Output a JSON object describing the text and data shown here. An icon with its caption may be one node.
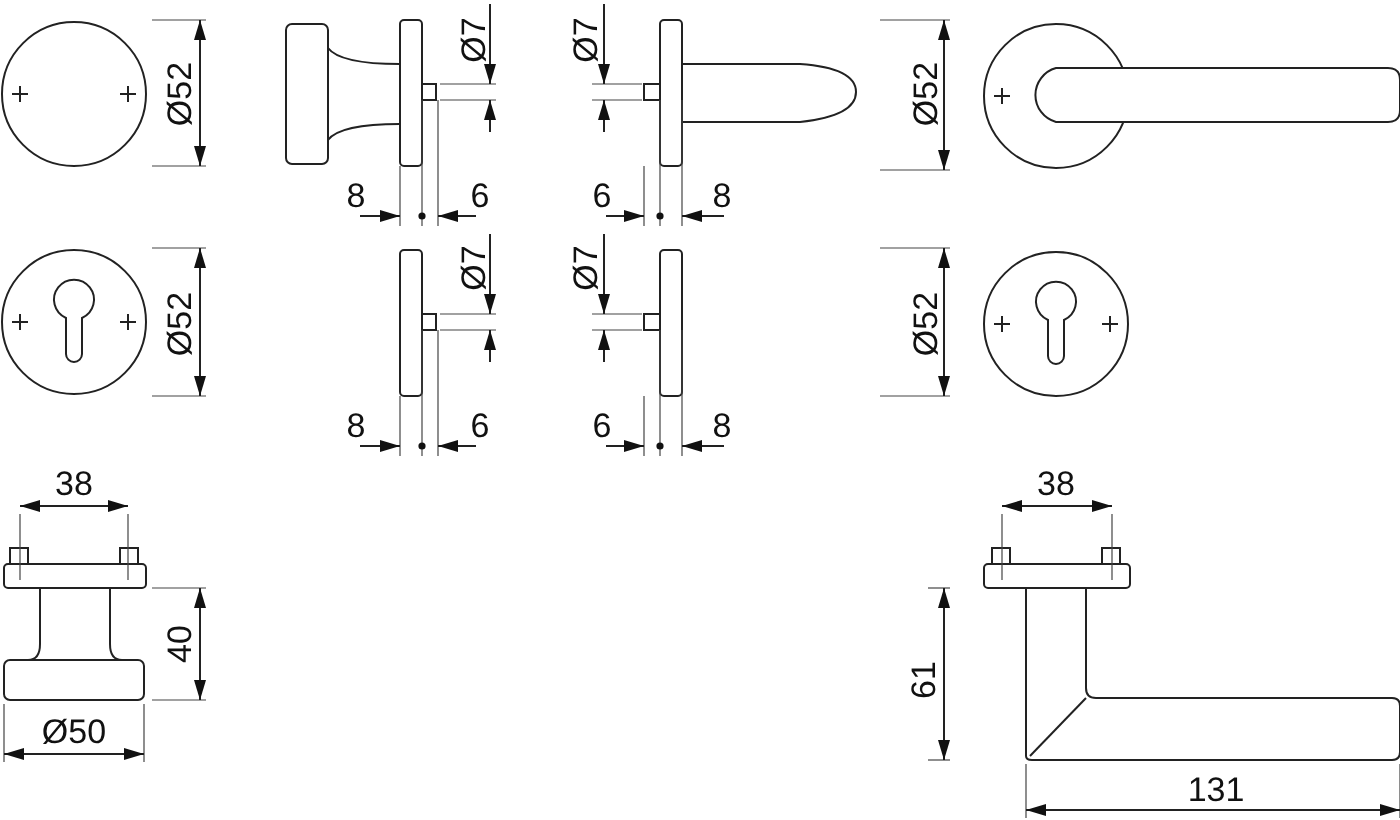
{
  "diagram": {
    "labels": [
      "Ø52",
      "Ø7",
      "Ø7",
      "Ø52",
      "8",
      "6",
      "6",
      "8",
      "Ø52",
      "Ø7",
      "Ø7",
      "Ø52",
      "8",
      "6",
      "6",
      "8",
      "38",
      "38",
      "40",
      "61",
      "Ø50",
      "131"
    ]
  }
}
